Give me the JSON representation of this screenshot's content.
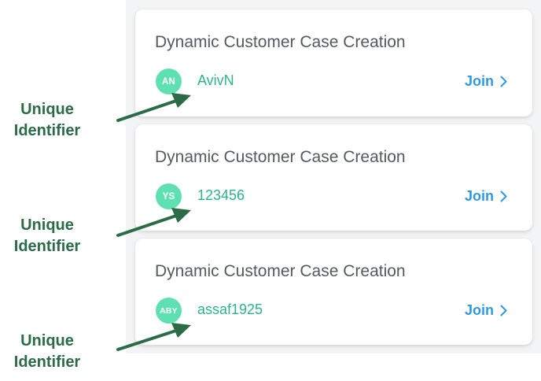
{
  "sessions": [
    {
      "title": "Dynamic Customer Case Creation",
      "avatar_initials": "AN",
      "user_id": "AvivN",
      "join_label": "Join"
    },
    {
      "title": "Dynamic Customer Case Creation",
      "avatar_initials": "YS",
      "user_id": "123456",
      "join_label": "Join"
    },
    {
      "title": "Dynamic Customer Case Creation",
      "avatar_initials": "ABY",
      "user_id": "assaf1925",
      "join_label": "Join"
    }
  ],
  "annotations": [
    {
      "line1": "Unique",
      "line2": "Identifier"
    },
    {
      "line1": "Unique",
      "line2": "Identifier"
    },
    {
      "line1": "Unique",
      "line2": "Identifier"
    }
  ],
  "colors": {
    "avatar_bg": "#5fe0b3",
    "user_id": "#2db389",
    "join": "#2f98df",
    "annotation": "#2c6b47",
    "title": "#555a60",
    "panel_bg": "#f3f4f5"
  },
  "icons": {
    "join": "chevron-right-icon",
    "annotation": "arrow-icon"
  }
}
